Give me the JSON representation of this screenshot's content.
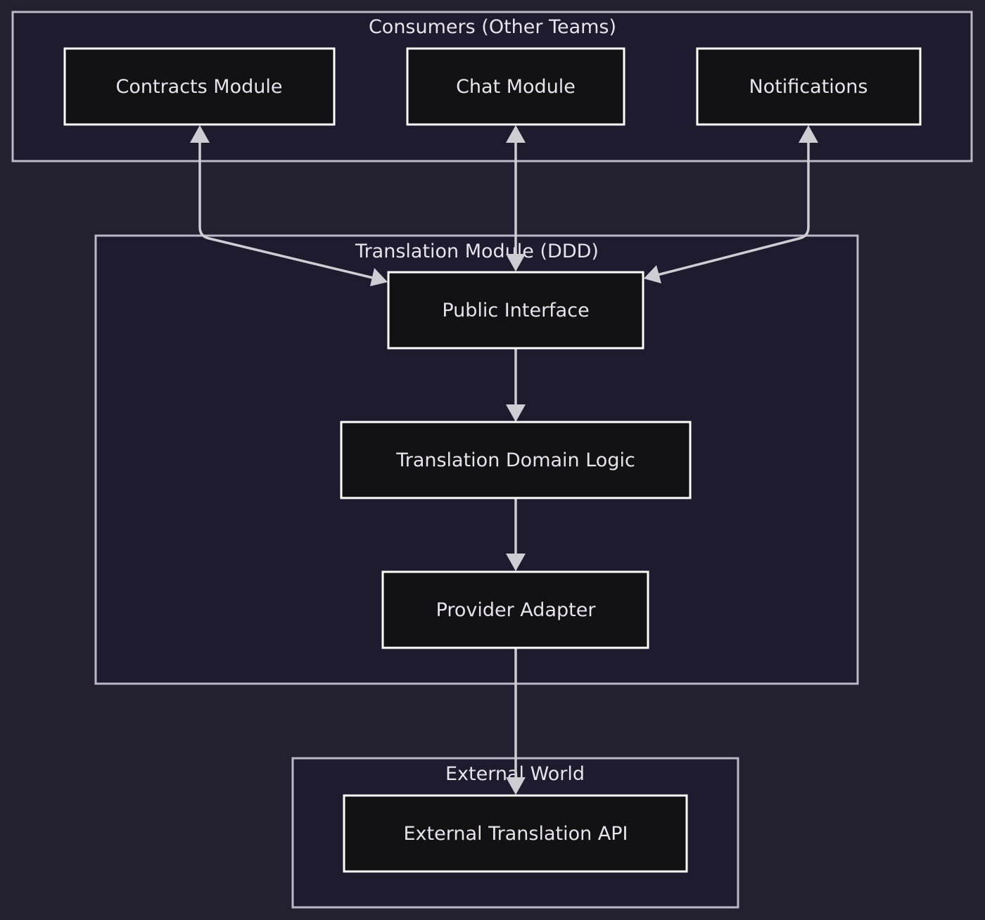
{
  "diagram": {
    "groups": {
      "consumers": {
        "title": "Consumers (Other Teams)"
      },
      "translation_module": {
        "title": "Translation Module (DDD)"
      },
      "external_world": {
        "title": "External World"
      }
    },
    "nodes": {
      "contracts": {
        "label": "Contracts Module"
      },
      "chat": {
        "label": "Chat Module"
      },
      "notifications": {
        "label": "Notifications"
      },
      "public_interface": {
        "label": "Public Interface"
      },
      "domain_logic": {
        "label": "Translation Domain Logic"
      },
      "provider_adapter": {
        "label": "Provider Adapter"
      },
      "external_api": {
        "label": "External Translation API"
      }
    },
    "edges": [
      {
        "from": "contracts",
        "to": "public_interface",
        "bidirectional": true
      },
      {
        "from": "chat",
        "to": "public_interface",
        "bidirectional": true
      },
      {
        "from": "notifications",
        "to": "public_interface",
        "bidirectional": true
      },
      {
        "from": "public_interface",
        "to": "domain_logic",
        "bidirectional": false
      },
      {
        "from": "domain_logic",
        "to": "provider_adapter",
        "bidirectional": false
      },
      {
        "from": "provider_adapter",
        "to": "external_api",
        "bidirectional": false
      }
    ],
    "colors": {
      "background": "#232130",
      "group_fill": "#1e1b2f",
      "group_border": "#bdb8c9",
      "node_fill": "#121214",
      "node_border": "#ffffff",
      "text": "#e6e3ec",
      "edge": "#cfcdd4"
    }
  }
}
